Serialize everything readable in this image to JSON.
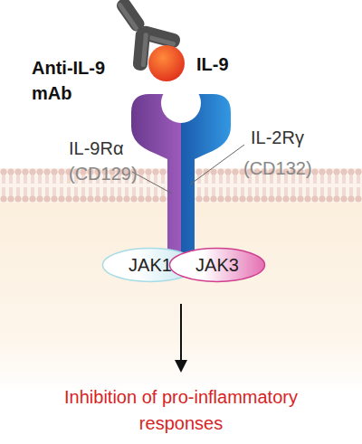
{
  "diagram": {
    "nodes": [
      {
        "text": [
          "JAK1"
        ]
      },
      {
        "text": [
          "JAK3"
        ]
      }
    ],
    "labels": [
      "Anti-IL-9 mAb",
      "IL-9",
      "IL-9Rα",
      "(CD129)",
      "IL-2Rγ",
      "(CD132)",
      "Inhibition of pro-inflammatory responses"
    ]
  }
}
